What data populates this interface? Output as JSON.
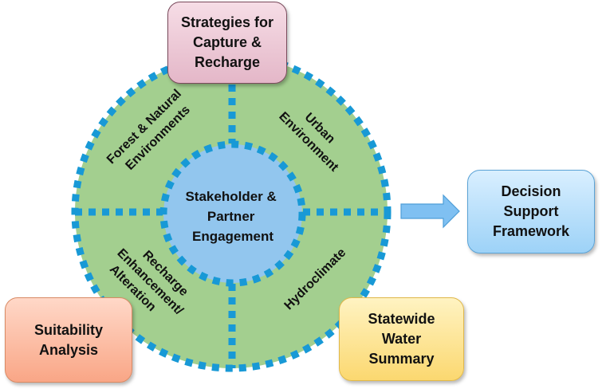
{
  "colors": {
    "outer_ring_fill": "#a3cf8f",
    "inner_circle_fill": "#92c6ee",
    "dash_stroke": "#1899d6",
    "arrow_fill": "#7fc0f2"
  },
  "center": {
    "label_lines": [
      "Stakeholder &",
      "Partner",
      "Engagement"
    ]
  },
  "quadrants": [
    {
      "id": "forest",
      "lines": [
        "Forest & Natural",
        "Environments"
      ]
    },
    {
      "id": "urban",
      "lines": [
        "Urban",
        "Environment"
      ]
    },
    {
      "id": "recharge",
      "lines": [
        "Recharge",
        "Enhancement/",
        "Alteration"
      ]
    },
    {
      "id": "hydroclimate",
      "lines": [
        "Hydroclimate"
      ]
    }
  ],
  "boxes": {
    "strategies": "Strategies for\nCapture &\nRecharge",
    "decision": "Decision\nSupport\nFramework",
    "suitability": "Suitability\nAnalysis",
    "statewide": "Statewide\nWater\nSummary"
  },
  "arrow": {
    "icon": "right-arrow-icon",
    "from": "center-diagram",
    "to": "Decision Support Framework"
  }
}
